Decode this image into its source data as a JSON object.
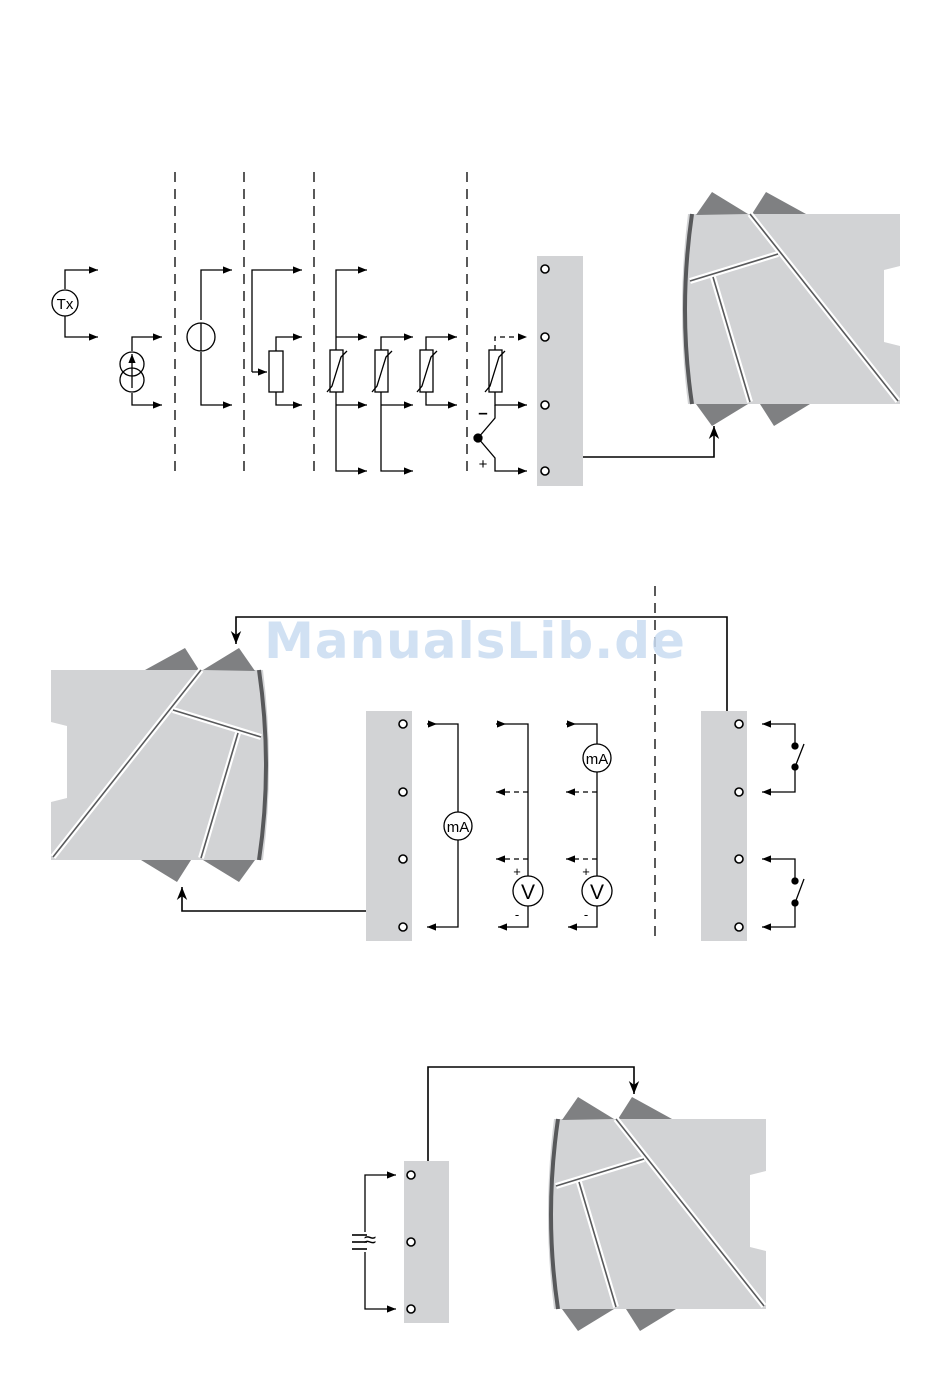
{
  "watermark": "ManualsLib.de",
  "labels": {
    "tx": "Tx",
    "ma_output": "mA",
    "ma_meter": "mA",
    "volt_meter_a": "V",
    "volt_meter_b": "V",
    "plus": "+",
    "minus": "-",
    "tc_minus": "–",
    "supply": "≈"
  },
  "colors": {
    "module_body": "#d2d3d5",
    "module_tab": "#7f8082",
    "module_edge": "#58595b",
    "terminal_block": "#d2d3d5",
    "line": "#000000"
  }
}
